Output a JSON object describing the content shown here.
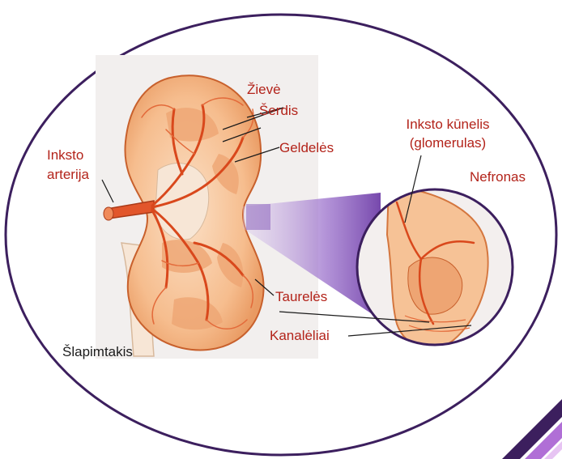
{
  "diagram": {
    "labels": {
      "zieve": "Žievė",
      "serdis": "Šerdis",
      "geldeles": "Geldelės",
      "inksto_arterija_1": "Inksto",
      "inksto_arterija_2": "arterija",
      "taureles": "Taurelės",
      "kanaleliai": "Kanalėliai",
      "slapimtakis": "Šlapimtakis",
      "inksto_kunelis_1": "Inksto kūnelis",
      "inksto_kunelis_2": "(glomerulas)",
      "nefronas": "Nefronas"
    },
    "colors": {
      "outline": "#3c1f5e",
      "label_red": "#b3231a",
      "label_dark": "#1b1b1b",
      "kidney_fill": "#f4b183",
      "kidney_vessel": "#d9481c",
      "magnifier_purple": "#8a5cbf",
      "corner_stripe_1": "#3c1f5e",
      "corner_stripe_2": "#b06fd6"
    }
  }
}
